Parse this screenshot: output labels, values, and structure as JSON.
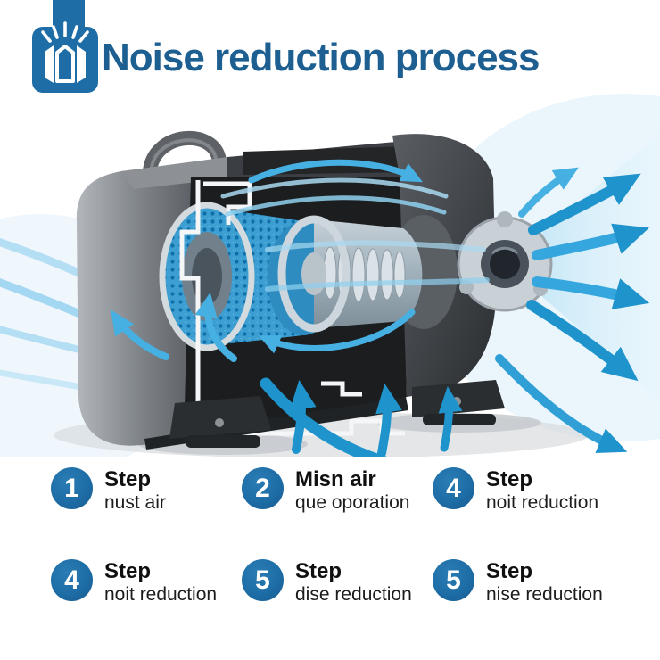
{
  "header": {
    "title": "Noise reduction process"
  },
  "steps": [
    {
      "number": "1",
      "title": "Step",
      "subtitle": "nust air"
    },
    {
      "number": "2",
      "title": "Misn air",
      "subtitle": "que oporation"
    },
    {
      "number": "4",
      "title": "Step",
      "subtitle": "noit reduction"
    },
    {
      "number": "4",
      "title": "Step",
      "subtitle": "noit reduction"
    },
    {
      "number": "5",
      "title": "Step",
      "subtitle": "dise reduction"
    },
    {
      "number": "5",
      "title": "Step",
      "subtitle": "nise reduction"
    }
  ],
  "icons": {
    "header_icon": "noise-burst-icon"
  },
  "colors": {
    "accent_blue": "#1e6da6",
    "title_blue": "#1d5f90",
    "arrow_blue": "#46b0e2",
    "arrow_deep_blue": "#1f93cc",
    "arrow_light_blue": "#a9d9f1",
    "machine_gray": "#74797e",
    "machine_dark": "#2c2f32",
    "filter_blue": "#3d9ed2",
    "step_text": "#111111"
  }
}
